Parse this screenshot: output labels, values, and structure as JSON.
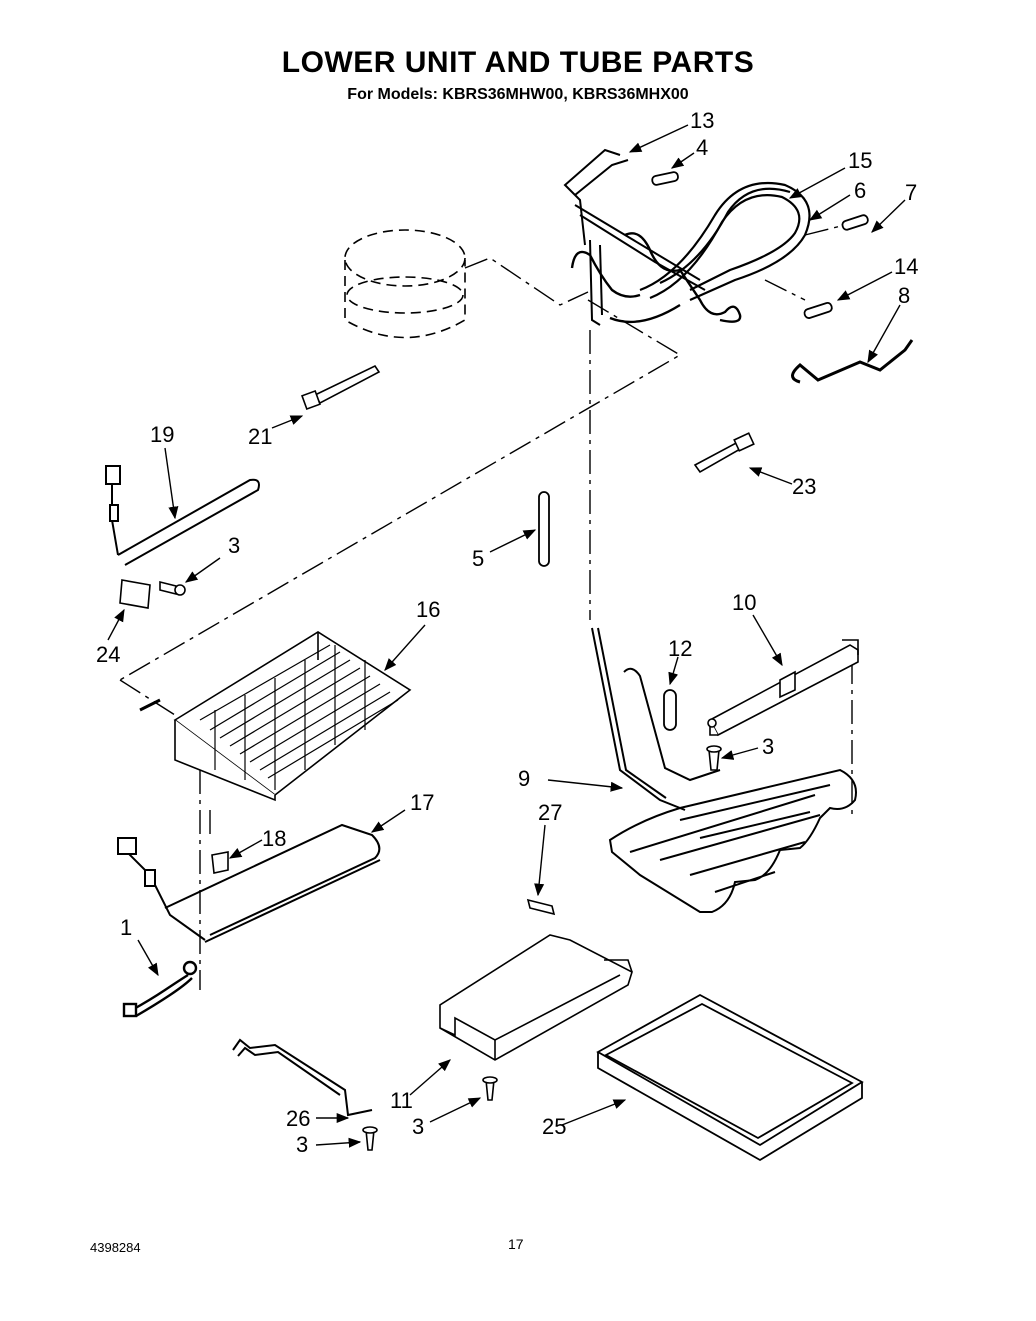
{
  "header": {
    "title": "LOWER UNIT AND TUBE PARTS",
    "subtitle": "For Models: KBRS36MHW00, KBRS36MHX00"
  },
  "footer": {
    "doc_number": "4398284",
    "page_number": "17"
  },
  "callouts": [
    {
      "id": "13",
      "label": "13"
    },
    {
      "id": "4",
      "label": "4"
    },
    {
      "id": "15",
      "label": "15"
    },
    {
      "id": "6",
      "label": "6"
    },
    {
      "id": "7",
      "label": "7"
    },
    {
      "id": "14",
      "label": "14"
    },
    {
      "id": "8",
      "label": "8"
    },
    {
      "id": "21",
      "label": "21"
    },
    {
      "id": "19",
      "label": "19"
    },
    {
      "id": "3a",
      "label": "3"
    },
    {
      "id": "24",
      "label": "24"
    },
    {
      "id": "23",
      "label": "23"
    },
    {
      "id": "5",
      "label": "5"
    },
    {
      "id": "16",
      "label": "16"
    },
    {
      "id": "10",
      "label": "10"
    },
    {
      "id": "12",
      "label": "12"
    },
    {
      "id": "3b",
      "label": "3"
    },
    {
      "id": "9",
      "label": "9"
    },
    {
      "id": "27",
      "label": "27"
    },
    {
      "id": "17",
      "label": "17"
    },
    {
      "id": "18",
      "label": "18"
    },
    {
      "id": "1",
      "label": "1"
    },
    {
      "id": "11",
      "label": "11"
    },
    {
      "id": "3c",
      "label": "3"
    },
    {
      "id": "25",
      "label": "25"
    },
    {
      "id": "26",
      "label": "26"
    },
    {
      "id": "3d",
      "label": "3"
    }
  ]
}
